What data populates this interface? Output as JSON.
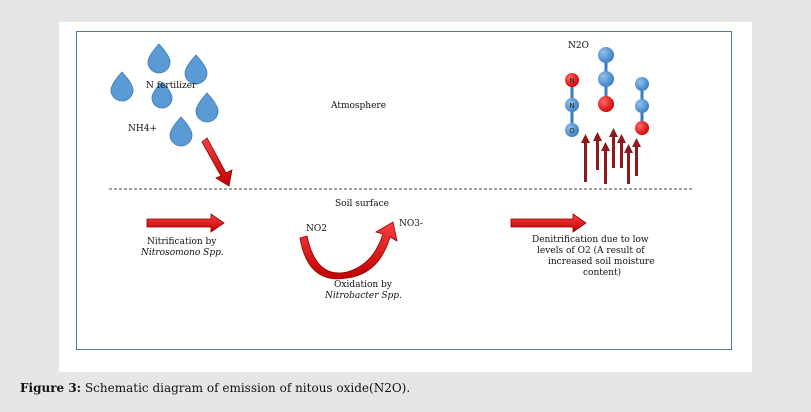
{
  "diagram": {
    "labels": {
      "n_fertilizer": "N fertilizer",
      "nh4": "NH4+",
      "atmosphere": "Atmosphere",
      "n2o_top": "N2O",
      "soil_surface": "Soil surface",
      "no2": "NO2",
      "no3": "NO3-",
      "nitrification_line1": "Nitrification by",
      "nitrification_line2": "Nitrosomono Spp.",
      "oxidation_line1": "Oxidation by",
      "oxidation_line2": "Nitrobacter Spp.",
      "denitrification_line1": "Denitrification due to low",
      "denitrification_line2": "levels of O2 (A result of",
      "denitrification_line3": "increased soil moisture",
      "denitrification_line4": "content)"
    },
    "molecule_atoms": {
      "n": "N",
      "o": "O"
    },
    "colors": {
      "droplet": "#5b9bd5",
      "arrow": "#e02020",
      "arrow_dark": "#8b0000",
      "atom_red": "#ff0000",
      "riser": "#8b1a1a",
      "frame": "#4a79a8"
    }
  },
  "caption": {
    "label": "Figure 3:",
    "text": "Schematic diagram of emission of nitous oxide(N2O)."
  }
}
